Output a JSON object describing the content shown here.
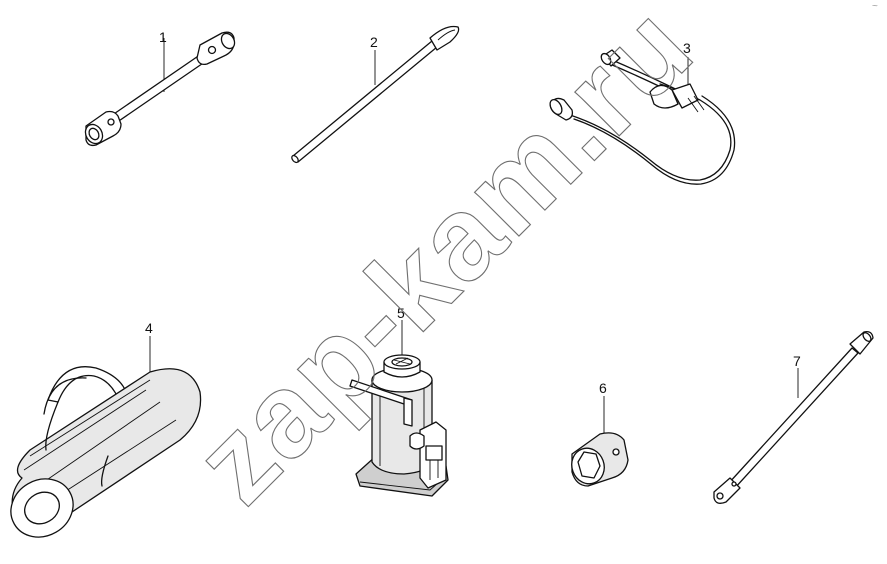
{
  "diagram": {
    "callouts": [
      {
        "id": "1",
        "label": "1"
      },
      {
        "id": "2",
        "label": "2"
      },
      {
        "id": "3",
        "label": "3"
      },
      {
        "id": "4",
        "label": "4"
      },
      {
        "id": "5",
        "label": "5"
      },
      {
        "id": "6",
        "label": "6"
      },
      {
        "id": "7",
        "label": "7"
      }
    ],
    "watermark": "zap-kam.ru",
    "corner_mark": "~"
  }
}
